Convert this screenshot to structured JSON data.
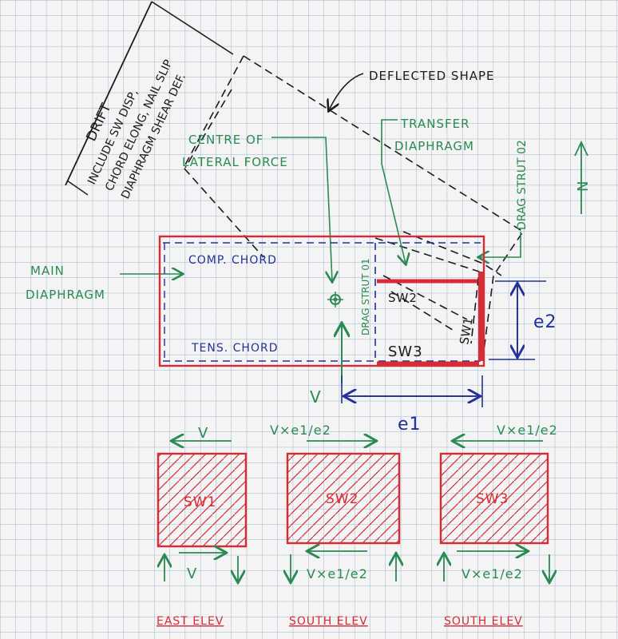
{
  "colors": {
    "paper": "#f3f4f3",
    "grid": "#9fb4d0",
    "black": "#1c1c1c",
    "green": "#2a8a52",
    "red": "#d92b35",
    "blue": "#23309a"
  },
  "labels": {
    "drift": "DRIFT",
    "drift_note_1": "INCLUDE SW DISP,",
    "drift_note_2": "CHORD ELONG, NAIL SLIP",
    "drift_note_3": "DIAPHRAGM SHEAR DEF.",
    "deflected_shape": "DEFLECTED SHAPE",
    "centre_1": "CENTRE OF",
    "centre_2": "LATERAL FORCE",
    "transfer_1": "TRANSFER",
    "transfer_2": "DIAPHRAGM",
    "drag_strut_02": "DRAG STRUT 02",
    "north": "N",
    "main_1": "MAIN",
    "main_2": "DIAPHRAGM",
    "comp_chord": "COMP. CHORD",
    "tens_chord": "TENS. CHORD",
    "drag_strut_01": "DRAG STRUT 01",
    "sw1_plan": "SW1",
    "sw2_plan": "SW2",
    "sw3_plan": "SW3",
    "v_force": "V",
    "e1": "e1",
    "e2": "e2"
  },
  "elevations": [
    {
      "top_label": "V",
      "wall": "SW1",
      "bottom_label": "V",
      "caption": "EAST ELEV"
    },
    {
      "top_label": "V×e1/e2",
      "wall": "SW2",
      "bottom_label": "V×e1/e2",
      "caption": "SOUTH ELEV"
    },
    {
      "top_label": "V×e1/e2",
      "wall": "SW3",
      "bottom_label": "V×e1/e2",
      "caption": "SOUTH ELEV"
    }
  ]
}
